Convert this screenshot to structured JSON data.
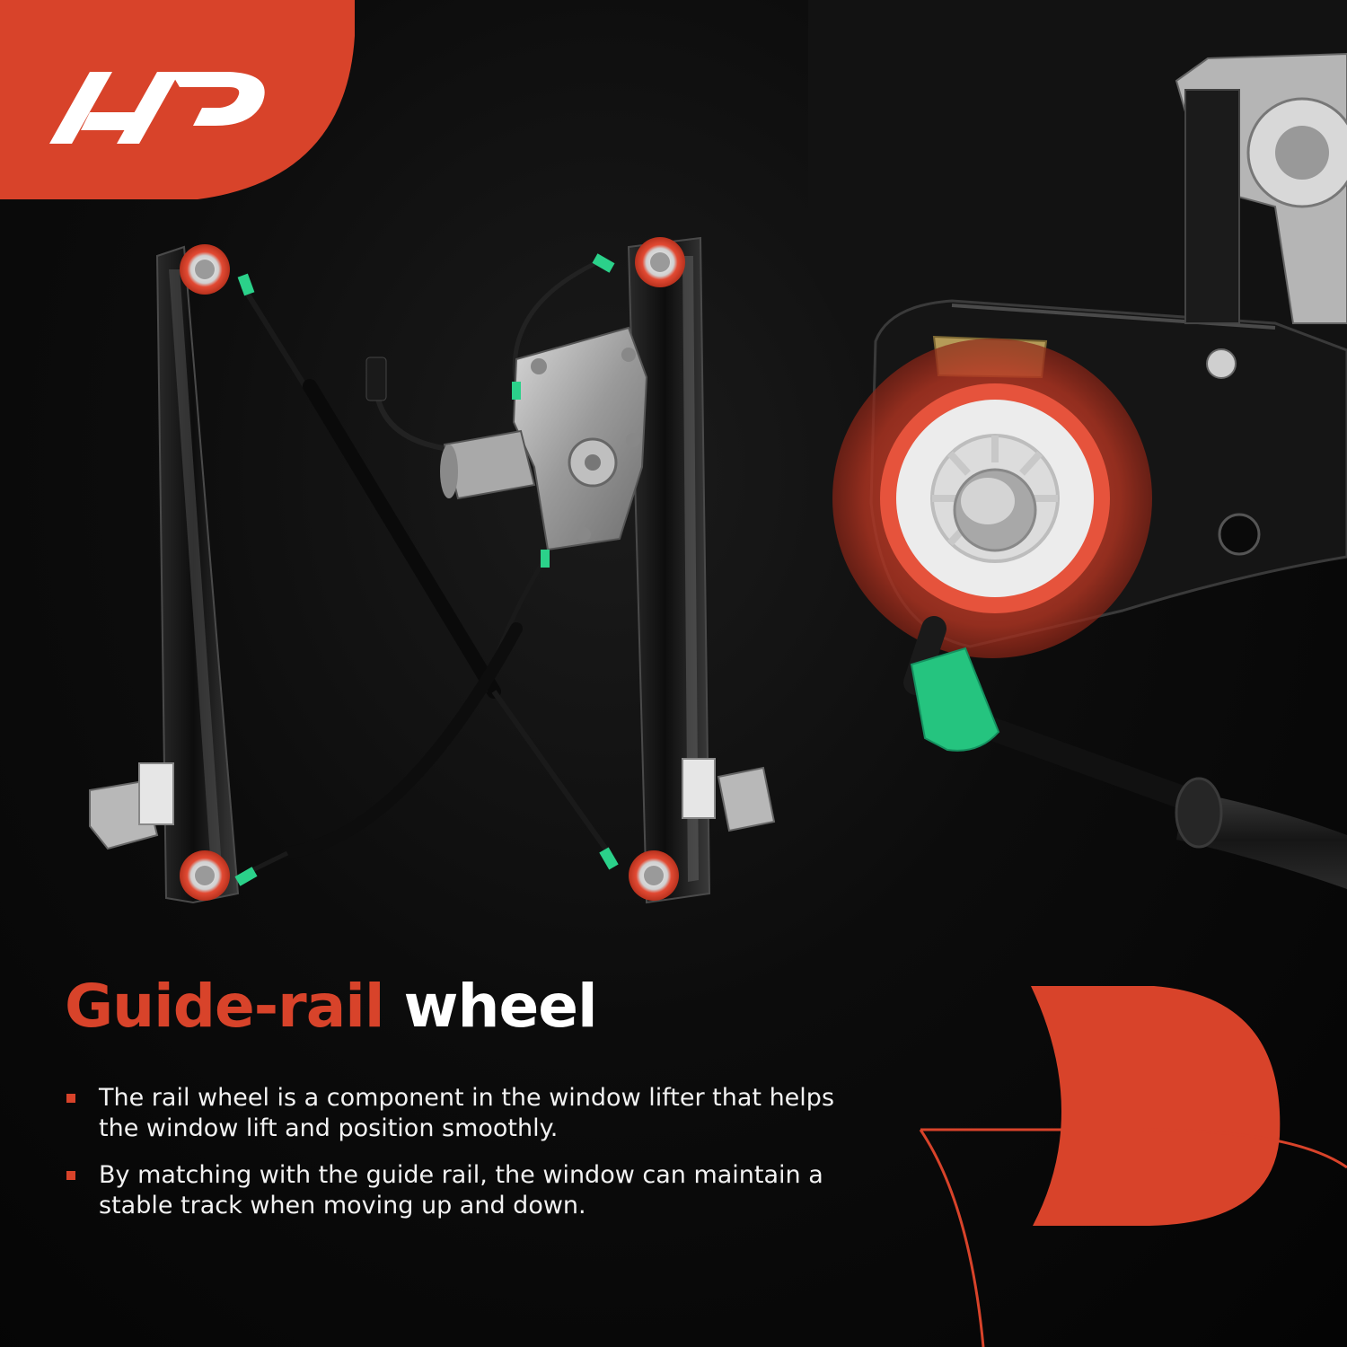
{
  "brand": {
    "logo_text": "A-P",
    "accent_color": "#d8432a",
    "background_color": "#050505"
  },
  "headline": {
    "accent_text": "Guide-rail",
    "plain_text": "wheel"
  },
  "bullets": [
    "The rail wheel is a component in the window lifter that helps the window lift and position smoothly.",
    "By matching with the guide rail, the window can maintain a stable track when moving up and down."
  ],
  "icons": {
    "bullet": "square-bullet-icon",
    "logo": "brand-logo-icon",
    "decoration": "d-shape-decoration"
  }
}
